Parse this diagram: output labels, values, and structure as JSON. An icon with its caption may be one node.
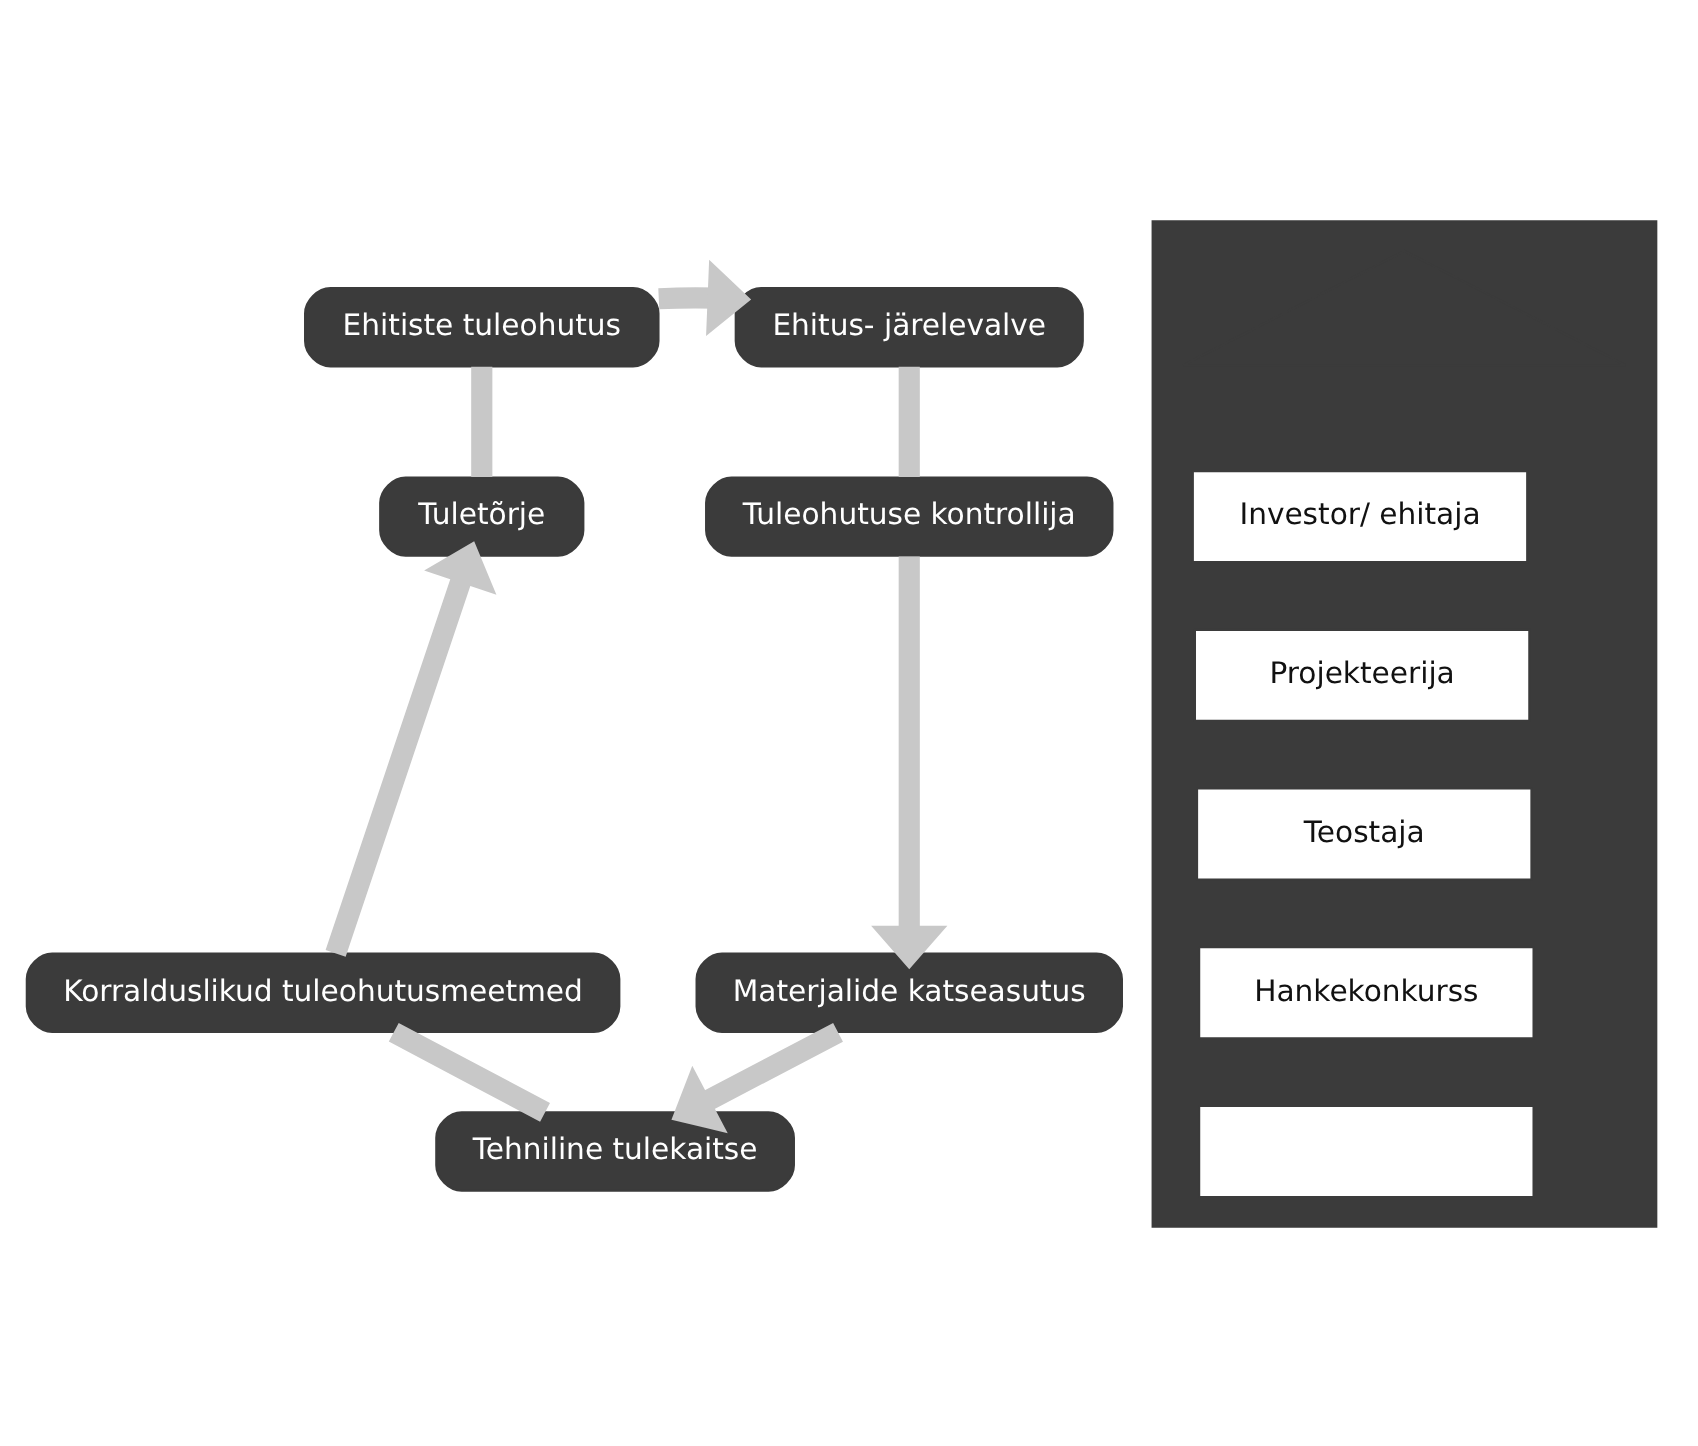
{
  "diagram": {
    "nodes": [
      {
        "text": [
          "Ehitiste tuleohutus"
        ]
      },
      {
        "text": [
          "Ehitus- järelevalve"
        ]
      },
      {
        "text": [],
        "shape": "house"
      },
      {
        "text": [
          "Investor/ ehitaja"
        ],
        "in": 2
      },
      {
        "text": [
          "Projekteerija"
        ],
        "in": 2
      },
      {
        "text": [
          "Teostaja"
        ],
        "in": 2
      },
      {
        "text": [
          "Hankekonkurss"
        ],
        "in": 2
      },
      {
        "text": [],
        "shape": "box",
        "in": 2
      },
      {
        "text": [
          "Tuletõrje"
        ]
      },
      {
        "text": [
          "Tuleohutuse kontrollija"
        ]
      },
      {
        "text": [
          "Korralduslikud tuleohutusmeetmed"
        ]
      },
      {
        "text": [
          "Materjalide katseasutus"
        ]
      },
      {
        "text": [
          "Tehniline tulekaitse"
        ]
      }
    ],
    "edges": [
      {
        "from": 0,
        "to": 1,
        "arrow": "to"
      },
      {
        "from": 1,
        "to": 9,
        "arrow": "none"
      },
      {
        "from": 9,
        "to": 11,
        "arrow": "to"
      },
      {
        "from": 11,
        "to": 12,
        "arrow": "to"
      },
      {
        "from": 12,
        "to": 10,
        "arrow": "none"
      },
      {
        "from": 10,
        "to": 8,
        "arrow": "to"
      },
      {
        "from": 8,
        "to": 0,
        "arrow": "none"
      }
    ]
  }
}
